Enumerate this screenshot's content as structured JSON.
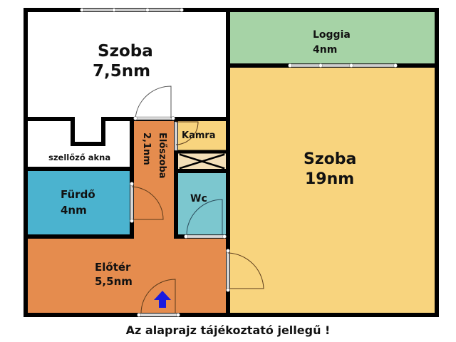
{
  "floorplan": {
    "rooms": {
      "szoba_small": {
        "name": "Szoba",
        "area": "7,5nm",
        "color": "#ffffff"
      },
      "loggia": {
        "name": "Loggia",
        "area": "4nm",
        "color": "#a6d3a6"
      },
      "szoba_large": {
        "name": "Szoba",
        "area": "19nm",
        "color": "#f8d47e"
      },
      "szellozo": {
        "name": "szellőző akna",
        "color": "#ffffff"
      },
      "furdo": {
        "name": "Fürdő",
        "area": "4nm",
        "color": "#4bb3cf"
      },
      "eloszoba": {
        "name": "Előszoba",
        "area": "2,1nm",
        "color": "#e58c4e"
      },
      "kamra": {
        "name": "Kamra",
        "color": "#f8d47e"
      },
      "wc": {
        "name": "Wc",
        "color": "#7cc7cf"
      },
      "eloter": {
        "name": "Előtér",
        "area": "5,5nm",
        "color": "#e58c4e"
      }
    },
    "entrance_arrow_color": "#1a1adf",
    "wall_color": "#000000"
  },
  "caption": "Az alaprajz tájékoztató jellegű !"
}
